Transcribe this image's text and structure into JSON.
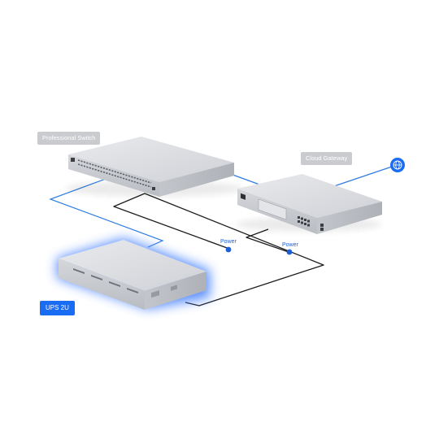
{
  "devices": {
    "switch": {
      "label": "Professional Switch"
    },
    "gateway": {
      "label": "Cloud Gateway"
    },
    "ups": {
      "label": "UPS 2U"
    }
  },
  "connections": {
    "power_label_1": "Power",
    "power_label_2": "Power"
  },
  "icons": {
    "internet": "globe-icon"
  },
  "colors": {
    "accent_blue": "#1a6cf2",
    "network_cable": "#2f7de1",
    "power_cable": "#1d1d1f",
    "label_gray": "#c9cbcf",
    "ups_glow": "#3d7bff"
  }
}
